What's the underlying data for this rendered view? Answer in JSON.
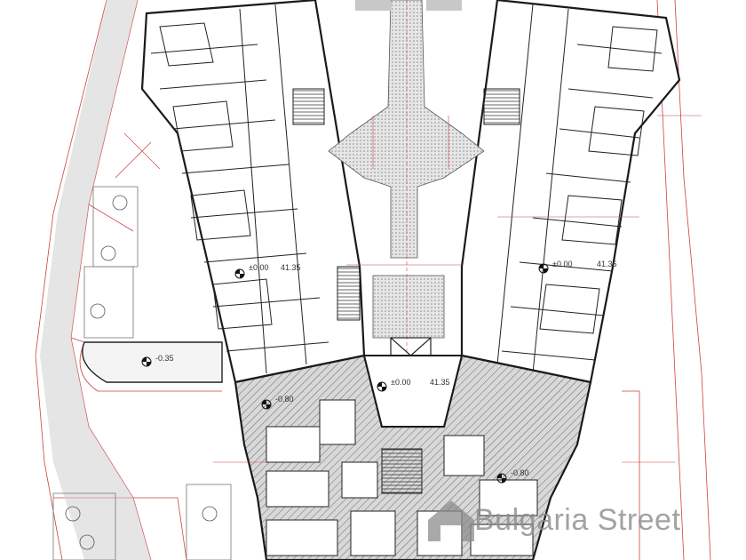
{
  "plan": {
    "level_labels": [
      {
        "id": "west-wing",
        "elevation": "±0.00",
        "absolute": "41.35"
      },
      {
        "id": "east-wing",
        "elevation": "±0.00",
        "absolute": "41.35"
      },
      {
        "id": "entrance",
        "elevation": "±0.00",
        "absolute": "41.35"
      },
      {
        "id": "terrace",
        "elevation": "-0.35",
        "absolute": ""
      },
      {
        "id": "lower-left",
        "elevation": "-0.80",
        "absolute": ""
      },
      {
        "id": "lower-right",
        "elevation": "-0.80",
        "absolute": ""
      }
    ]
  },
  "watermark": {
    "brand": "Bulgaria Street"
  },
  "colors": {
    "wall": "#1a1a1a",
    "dimension": "#d04040",
    "hatch": "#7a7a7a",
    "paving": "#bdbdbd"
  }
}
